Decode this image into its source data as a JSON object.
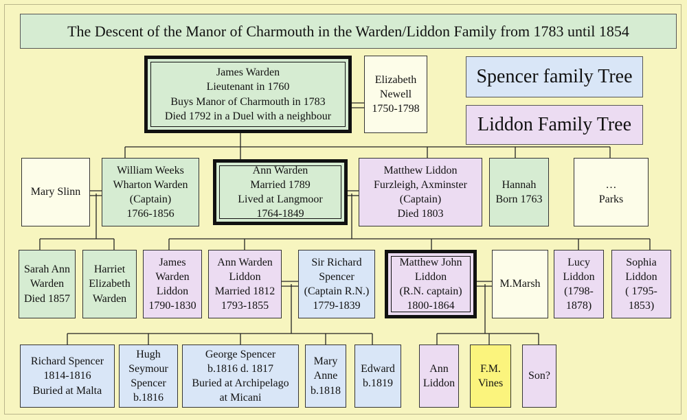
{
  "title": "The Descent of the Manor of Charmouth in the Warden/Liddon Family from 1783 until 1854",
  "links": {
    "spencer": "Spencer family Tree",
    "liddon": "Liddon Family Tree"
  },
  "colors": {
    "background": "#f7f5bf",
    "green": "#d6ecd2",
    "white": "#fdfde9",
    "pink": "#ecdcf2",
    "blue": "#d9e6f7",
    "yellow": "#fbf47d"
  },
  "people": {
    "james_warden": [
      "James Warden",
      "Lieutenant in 1760",
      "Buys Manor of Charmouth in 1783",
      "Died 1792 in a Duel with a neighbour"
    ],
    "elizabeth_newell": [
      "Elizabeth",
      "Newell",
      "1750-1798"
    ],
    "mary_slinn": [
      "Mary Slinn"
    ],
    "william_warden": [
      "William Weeks",
      "Wharton Warden",
      "(Captain)",
      "1766-1856"
    ],
    "ann_warden": [
      "Ann Warden",
      "Married 1789",
      "Lived at Langmoor",
      "1764-1849"
    ],
    "matthew_liddon": [
      "Matthew Liddon",
      "Furzleigh, Axminster",
      "(Captain)",
      "Died 1803"
    ],
    "hannah": [
      "Hannah",
      "Born 1763"
    ],
    "parks": [
      "…",
      "Parks"
    ],
    "sarah_ann_warden": [
      "Sarah Ann",
      "Warden",
      "Died 1857"
    ],
    "harriet_warden": [
      "Harriet",
      "Elizabeth",
      "Warden"
    ],
    "james_warden_liddon": [
      "James",
      "Warden",
      "Liddon",
      "1790-1830"
    ],
    "ann_warden_liddon": [
      "Ann Warden",
      "Liddon",
      "Married 1812",
      "1793-1855"
    ],
    "richard_spencer_sr": [
      "Sir Richard",
      "Spencer",
      "(Captain R.N.)",
      "1779-1839"
    ],
    "matthew_john_liddon": [
      "Matthew John",
      "Liddon",
      "(R.N. captain)",
      "1800-1864"
    ],
    "m_marsh": [
      "M.Marsh"
    ],
    "lucy_liddon": [
      "Lucy",
      "Liddon",
      "(1798-",
      "1878)"
    ],
    "sophia_liddon": [
      "Sophia",
      "Liddon",
      "( 1795-",
      "1853)"
    ],
    "richard_spencer_jr": [
      "Richard Spencer",
      "1814-1816",
      "Buried at Malta"
    ],
    "hugh_spencer": [
      "Hugh",
      "Seymour",
      "Spencer",
      "b.1816"
    ],
    "george_spencer": [
      "George Spencer",
      "b.1816 d. 1817",
      "Buried at Archipelago",
      "at Micani"
    ],
    "mary_anne": [
      "Mary",
      "Anne",
      "b.1818"
    ],
    "edward": [
      "Edward",
      "b.1819"
    ],
    "ann_liddon": [
      "Ann",
      "Liddon"
    ],
    "fm_vines": [
      "F.M.",
      "Vines"
    ],
    "son": [
      "Son?"
    ]
  }
}
